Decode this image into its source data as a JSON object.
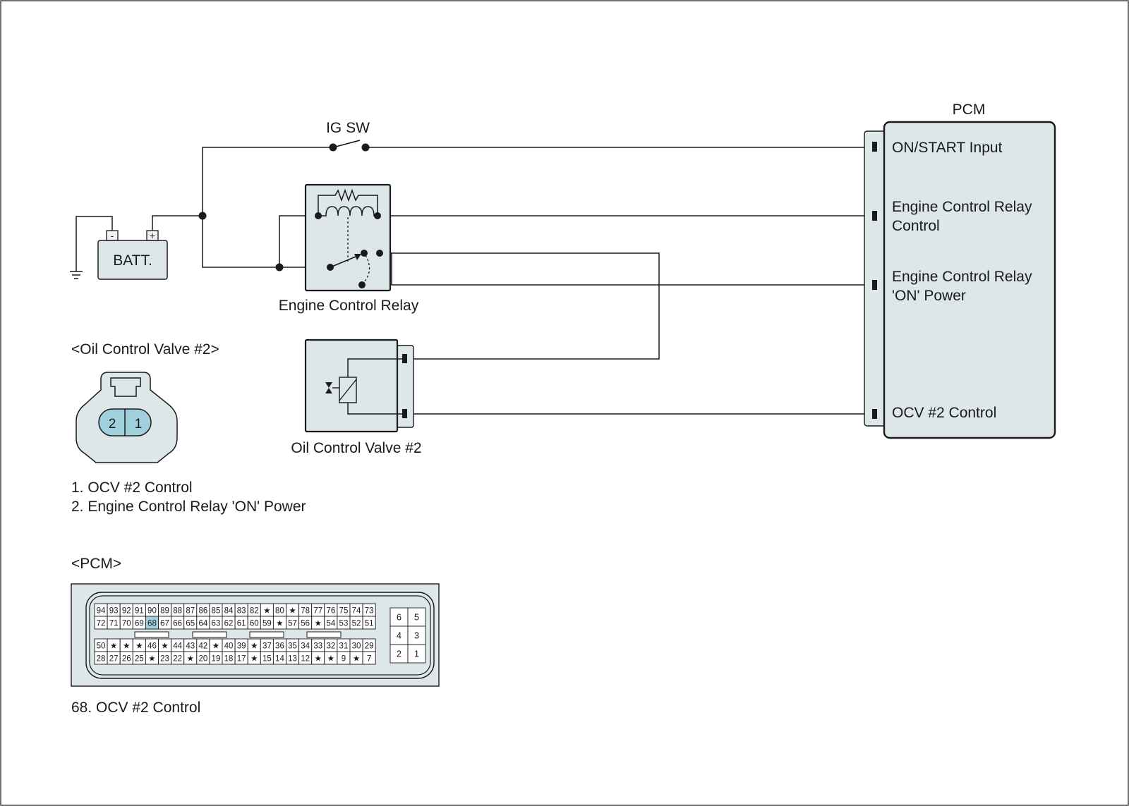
{
  "ig_sw": "IG SW",
  "battery": {
    "label": "BATT.",
    "minus": "-",
    "plus": "+"
  },
  "relay_label": "Engine Control Relay",
  "ocv_label": "Oil Control Valve #2",
  "pcm": {
    "title": "PCM",
    "pins": [
      "ON/START Input",
      "Engine Control Relay",
      "Control",
      "Engine Control Relay",
      "'ON' Power",
      "OCV #2 Control"
    ]
  },
  "ocv_connector": {
    "title": "<Oil Control Valve #2>",
    "pin2": "2",
    "pin1": "1",
    "legend": [
      "1. OCV #2 Control",
      "2. Engine Control Relay 'ON' Power"
    ]
  },
  "pcm_connector": {
    "title": "<PCM>",
    "rows": [
      [
        "94",
        "93",
        "92",
        "91",
        "90",
        "89",
        "88",
        "87",
        "86",
        "85",
        "84",
        "83",
        "82",
        "★",
        "80",
        "★",
        "78",
        "77",
        "76",
        "75",
        "74",
        "73"
      ],
      [
        "72",
        "71",
        "70",
        "69",
        "68",
        "67",
        "66",
        "65",
        "64",
        "63",
        "62",
        "61",
        "60",
        "59",
        "★",
        "57",
        "56",
        "★",
        "54",
        "53",
        "52",
        "51"
      ],
      [
        "50",
        "★",
        "★",
        "★",
        "46",
        "★",
        "44",
        "43",
        "42",
        "★",
        "40",
        "39",
        "★",
        "37",
        "36",
        "35",
        "34",
        "33",
        "32",
        "31",
        "30",
        "29"
      ],
      [
        "28",
        "27",
        "26",
        "25",
        "★",
        "23",
        "22",
        "★",
        "20",
        "19",
        "18",
        "17",
        "★",
        "15",
        "14",
        "13",
        "12",
        "★",
        "★",
        "9",
        "★",
        "7"
      ]
    ],
    "small": [
      [
        "6",
        "5"
      ],
      [
        "4",
        "3"
      ],
      [
        "2",
        "1"
      ]
    ],
    "highlight": "68",
    "highlight_color": "#9fd0dc",
    "legend": "68. OCV #2 Control"
  }
}
